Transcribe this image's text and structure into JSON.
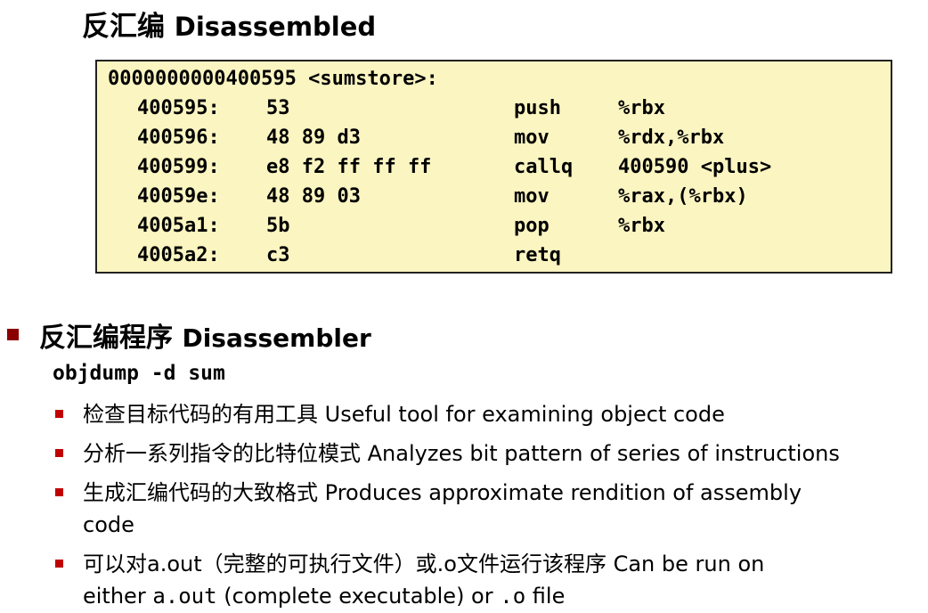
{
  "heading": {
    "zh": "反汇编",
    "en": "Disassembled"
  },
  "code": {
    "header": "0000000000400595 <sumstore>:",
    "rows": [
      {
        "addr": "400595:",
        "bytes": "53",
        "mnemonic": "push",
        "operands": "%rbx"
      },
      {
        "addr": "400596:",
        "bytes": "48 89 d3",
        "mnemonic": "mov",
        "operands": "%rdx,%rbx"
      },
      {
        "addr": "400599:",
        "bytes": "e8 f2 ff ff ff",
        "mnemonic": "callq",
        "operands": "400590 <plus>"
      },
      {
        "addr": "40059e:",
        "bytes": "48 89 03",
        "mnemonic": "mov",
        "operands": "%rax,(%rbx)"
      },
      {
        "addr": "4005a1:",
        "bytes": "5b",
        "mnemonic": "pop",
        "operands": "%rbx"
      },
      {
        "addr": "4005a2:",
        "bytes": "c3",
        "mnemonic": "retq",
        "operands": ""
      }
    ],
    "background": "#fbf5c1"
  },
  "section": {
    "zh": "反汇编程序",
    "en": "Disassembler",
    "command": "objdump -d sum",
    "bullet_color": "#8b0000"
  },
  "bullets": [
    {
      "zh": "检查目标代码的有用工具",
      "en": "Useful tool for examining object code"
    },
    {
      "zh": "分析一系列指令的比特位模式",
      "en": "Analyzes bit pattern of series of instructions"
    },
    {
      "zh": "生成汇编代码的大致格式",
      "en": "Produces approximate rendition of assembly",
      "en_line2": "code"
    },
    {
      "zh": "可以对a.out（完整的可执行文件）或.o文件运行该程序",
      "en": "Can be run on",
      "line2_a": "either ",
      "line2_code1": "a.out",
      "line2_b": " (complete executable) or ",
      "line2_code2": ".o",
      "line2_c": " file"
    }
  ],
  "sub_bullet_color": "#c00000"
}
